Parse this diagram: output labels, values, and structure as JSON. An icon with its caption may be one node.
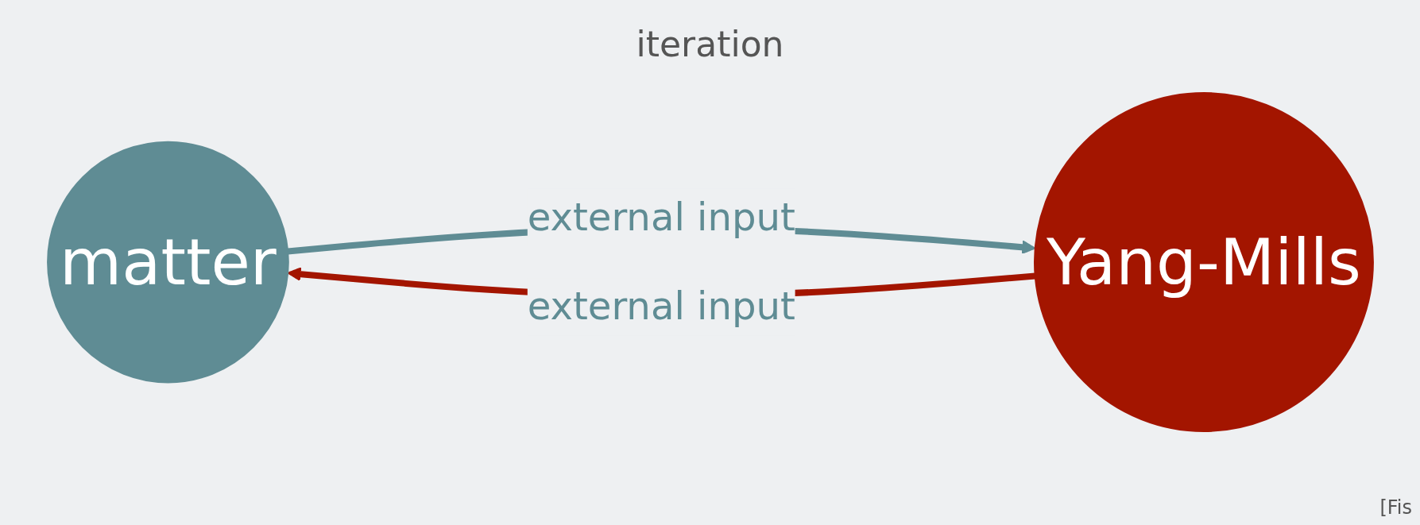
{
  "diagram": {
    "nodes": [
      {
        "text": [
          "matter"
        ]
      },
      {
        "text": [
          "Yang-Mills"
        ]
      }
    ],
    "edges": [
      {
        "from": 1,
        "to": 0,
        "arrow": "to",
        "label": "external input",
        "color": "#a31500"
      },
      {
        "from": 0,
        "to": 1,
        "arrow": "to",
        "label": "external input",
        "color": "#5f8c94"
      }
    ],
    "labels": [
      "iteration",
      "[Fis"
    ]
  }
}
